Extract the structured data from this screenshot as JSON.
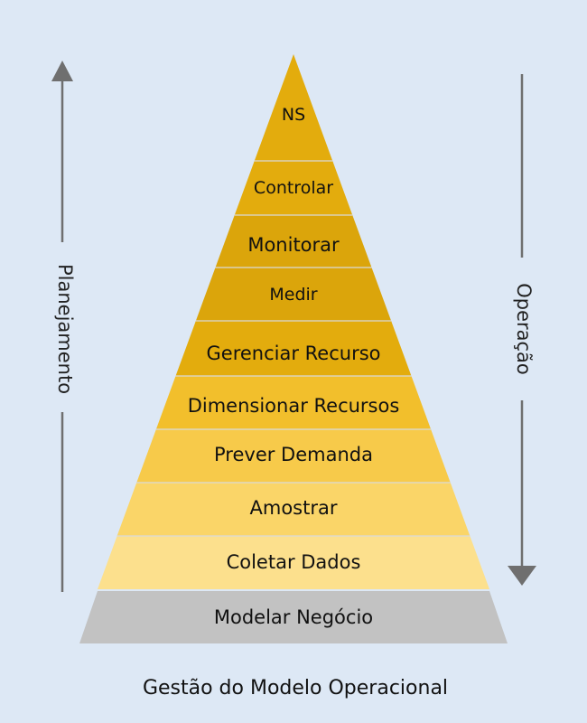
{
  "diagram": {
    "levels": [
      {
        "label": "NS",
        "color": "#e3ac0d"
      },
      {
        "label": "Controlar",
        "color": "#e3ac0d"
      },
      {
        "label": "Monitorar",
        "color": "#dba50b"
      },
      {
        "label": "Medir",
        "color": "#dba50b"
      },
      {
        "label": "Gerenciar Recurso",
        "color": "#e3ac0d"
      },
      {
        "label": "Dimensionar Recursos",
        "color": "#f2bf2c"
      },
      {
        "label": "Prever Demanda",
        "color": "#f7ca4a"
      },
      {
        "label": "Amostrar",
        "color": "#fad568"
      },
      {
        "label": "Coletar Dados",
        "color": "#fce08d"
      },
      {
        "label": "Modelar Negócio",
        "color": "#c2c2c2"
      }
    ],
    "left_axis_label": "Planejamento",
    "right_axis_label": "Operação",
    "caption": "Gestão do Modelo Operacional",
    "colors": {
      "background": "#dde8f5",
      "arrow": "#6f6f6f",
      "divider": "#d9d9d9"
    }
  }
}
